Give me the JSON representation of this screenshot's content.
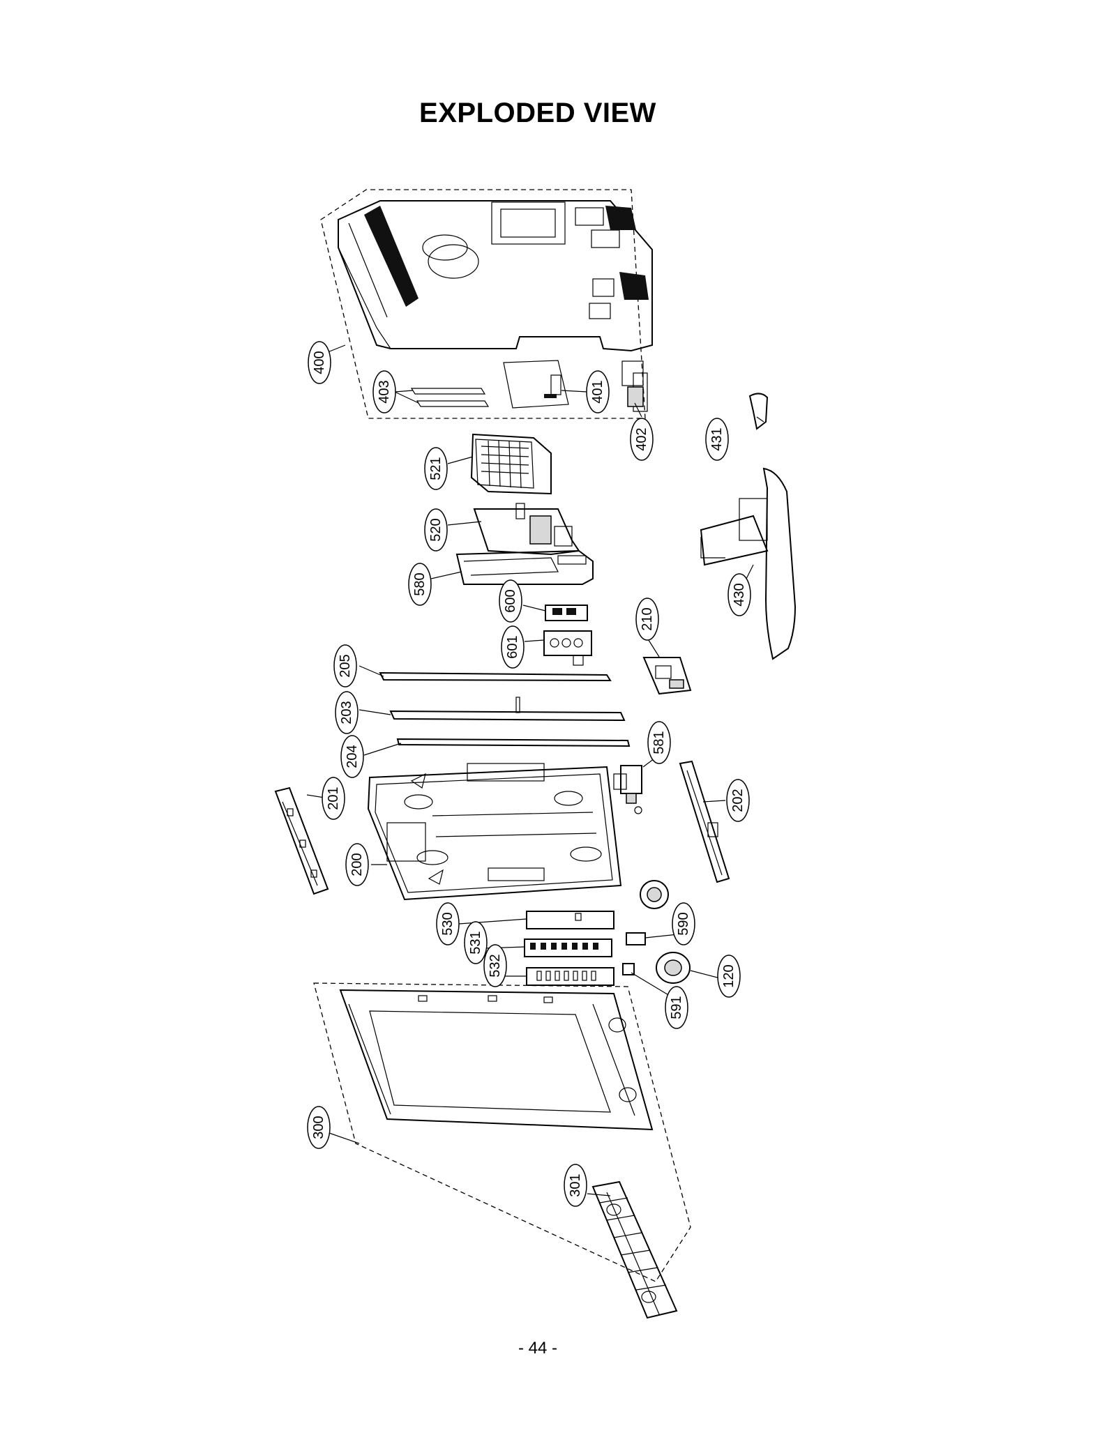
{
  "title": "EXPLODED VIEW",
  "page_number": "- 44 -",
  "part_labels": {
    "p400": "400",
    "p403": "403",
    "p401": "401",
    "p402": "402",
    "p431": "431",
    "p521": "521",
    "p520": "520",
    "p580": "580",
    "p600": "600",
    "p601": "601",
    "p210": "210",
    "p430": "430",
    "p205": "205",
    "p203": "203",
    "p204": "204",
    "p581": "581",
    "p201": "201",
    "p202": "202",
    "p200": "200",
    "p530": "530",
    "p590": "590",
    "p531": "531",
    "p532": "532",
    "p120": "120",
    "p591": "591",
    "p300": "300",
    "p301": "301"
  }
}
